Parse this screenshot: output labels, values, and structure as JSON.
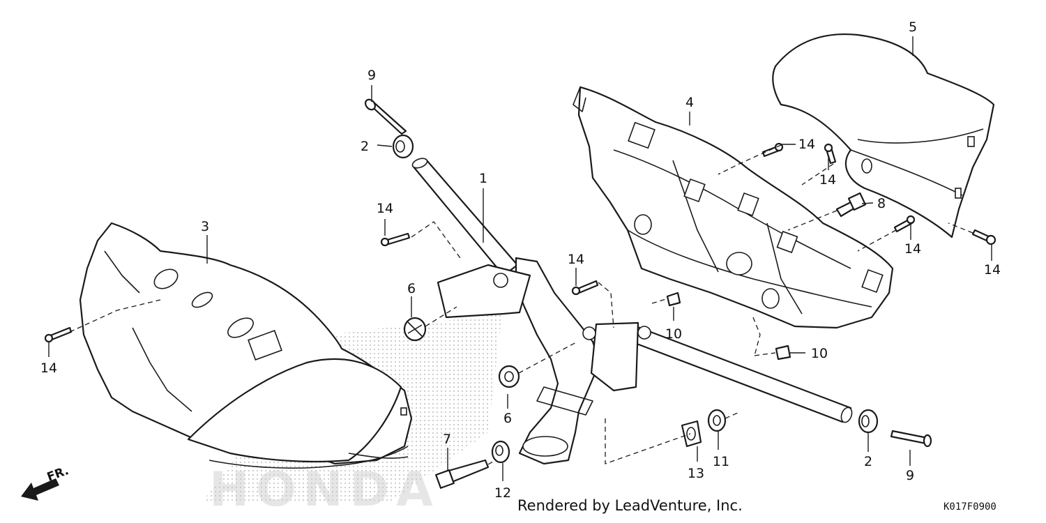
{
  "diagram": {
    "callouts": {
      "c1": "1",
      "c2a": "2",
      "c2b": "2",
      "c3": "3",
      "c4": "4",
      "c5": "5",
      "c6a": "6",
      "c6b": "6",
      "c7": "7",
      "c8": "8",
      "c9a": "9",
      "c9b": "9",
      "c10a": "10",
      "c10b": "10",
      "c11": "11",
      "c12": "12",
      "c13": "13",
      "c14a": "14",
      "c14b": "14",
      "c14c": "14",
      "c14d": "14",
      "c14e": "14",
      "c14f": "14",
      "c14g": "14"
    },
    "direction_label": "FR.",
    "watermark": "HONDA",
    "footer_credit": "Rendered by LeadVenture, Inc.",
    "figure_code": "K017F0900"
  }
}
